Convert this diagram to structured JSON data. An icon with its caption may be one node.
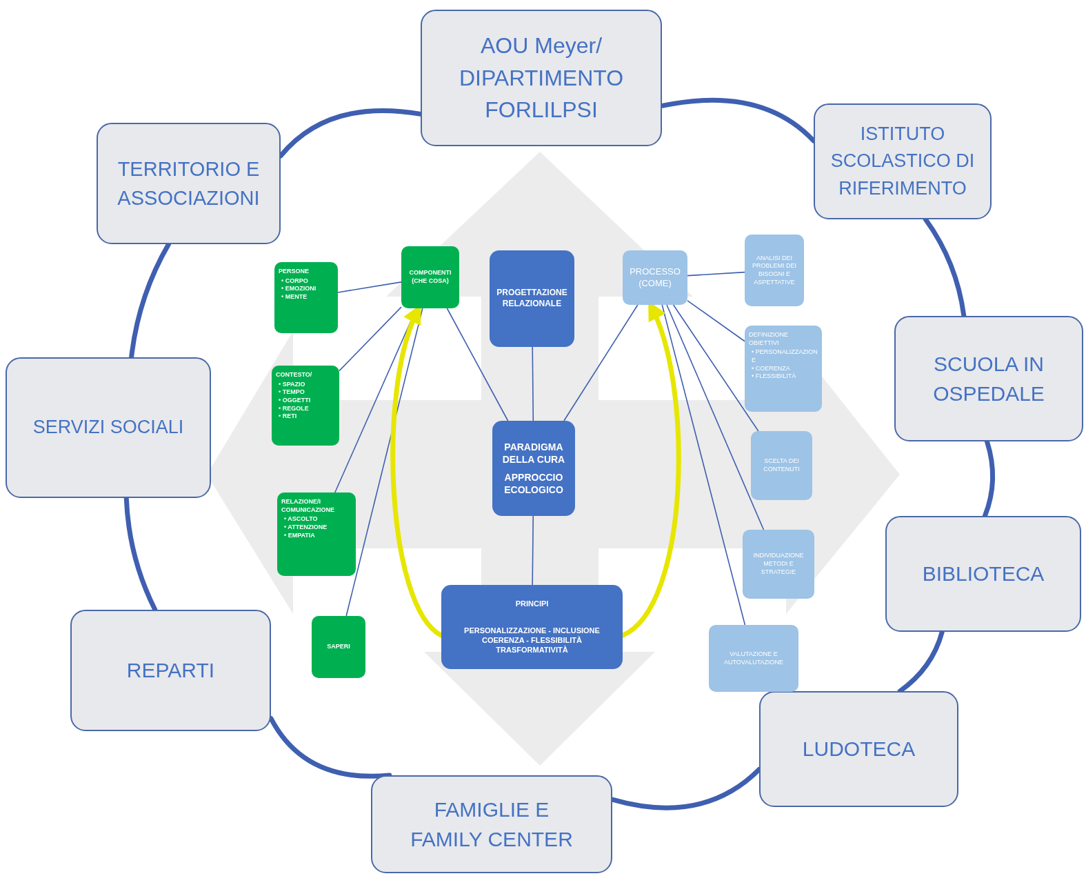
{
  "diagram": {
    "nodes": [
      {
        "text": [
          "AOU Meyer/ DIPARTIMENTO FORLILPSI"
        ]
      },
      {
        "text": [
          "ISTITUTO SCOLASTICO DI RIFERIMENTO"
        ]
      },
      {
        "text": [
          "SCUOLA IN OSPEDALE"
        ]
      },
      {
        "text": [
          "BIBLIOTECA"
        ]
      },
      {
        "text": [
          "LUDOTECA"
        ]
      },
      {
        "text": [
          "FAMIGLIE E FAMILY CENTER"
        ]
      },
      {
        "text": [
          "REPARTI"
        ]
      },
      {
        "text": [
          "SERVIZI SOCIALI"
        ]
      },
      {
        "text": [
          "TERRITORIO E ASSOCIAZIONI"
        ]
      },
      {
        "text": [
          "COMPONENTI (CHE COSA)"
        ]
      },
      {
        "text": [
          "PERSONE",
          "• CORPO",
          "• EMOZIONI",
          "• MENTE"
        ]
      },
      {
        "text": [
          "CONTESTO/",
          "• SPAZIO",
          "• TEMPO",
          "• OGGETTI",
          "• REGOLE",
          "• RETI"
        ]
      },
      {
        "text": [
          "RELAZIONE/I COMUNICAZIONE",
          "• ASCOLTO",
          "• ATTENZIONE",
          "• EMPATIA"
        ]
      },
      {
        "text": [
          "SAPERI"
        ]
      },
      {
        "text": [
          "PROGETTAZIONE RELAZIONALE"
        ]
      },
      {
        "text": [
          "PROCESSO (COME)"
        ]
      },
      {
        "text": [
          "ANALISI DEI PROBLEMI DEI BISOGNI E ASPETTATIVE"
        ]
      },
      {
        "text": [
          "DEFINIZIONE OBIETTIVI",
          "• PERSONALIZZAZIONE",
          "• COERENZA",
          "• FLESSIBILITÀ"
        ]
      },
      {
        "text": [
          "SCELTA DEI CONTENUTI"
        ]
      },
      {
        "text": [
          "INDIVIDUAZIONE METODI E STRATEGIE"
        ]
      },
      {
        "text": [
          "VALUTAZIONE E AUTOVALUTAZIONE"
        ]
      },
      {
        "text": [
          "PARADIGMA DELLA CURA",
          "APPROCCIO ECOLOGICO"
        ]
      },
      {
        "text": [
          "PRINCIPI",
          "PERSONALIZZAZIONE - INCLUSIONE COERENZA - FLESSIBILITÀ TRASFORMATIVITÀ"
        ]
      }
    ],
    "edges": [
      {
        "from": 0,
        "to": 1,
        "arrow": "none",
        "style": "thick"
      },
      {
        "from": 1,
        "to": 2,
        "arrow": "none",
        "style": "thick"
      },
      {
        "from": 2,
        "to": 3,
        "arrow": "none",
        "style": "thick"
      },
      {
        "from": 3,
        "to": 4,
        "arrow": "none",
        "style": "thick"
      },
      {
        "from": 4,
        "to": 5,
        "arrow": "none",
        "style": "thick"
      },
      {
        "from": 5,
        "to": 6,
        "arrow": "none",
        "style": "thick"
      },
      {
        "from": 6,
        "to": 7,
        "arrow": "none",
        "style": "thick"
      },
      {
        "from": 7,
        "to": 8,
        "arrow": "none",
        "style": "thick"
      },
      {
        "from": 8,
        "to": 0,
        "arrow": "none",
        "style": "thick"
      },
      {
        "from": 9,
        "to": 10,
        "arrow": "none"
      },
      {
        "from": 9,
        "to": 11,
        "arrow": "none"
      },
      {
        "from": 9,
        "to": 12,
        "arrow": "none"
      },
      {
        "from": 9,
        "to": 13,
        "arrow": "none"
      },
      {
        "from": 9,
        "to": 21,
        "arrow": "none"
      },
      {
        "from": 14,
        "to": 21,
        "arrow": "none"
      },
      {
        "from": 15,
        "to": 21,
        "arrow": "none"
      },
      {
        "from": 15,
        "to": 16,
        "arrow": "none"
      },
      {
        "from": 15,
        "to": 17,
        "arrow": "none"
      },
      {
        "from": 15,
        "to": 18,
        "arrow": "none"
      },
      {
        "from": 15,
        "to": 19,
        "arrow": "none"
      },
      {
        "from": 15,
        "to": 20,
        "arrow": "none"
      },
      {
        "from": 21,
        "to": 22,
        "arrow": "none"
      },
      {
        "from": 22,
        "to": 9,
        "arrow": "to",
        "style": "thick",
        "color": "#e6e600"
      },
      {
        "from": 22,
        "to": 15,
        "arrow": "to",
        "style": "thick",
        "color": "#e6e600"
      }
    ]
  }
}
